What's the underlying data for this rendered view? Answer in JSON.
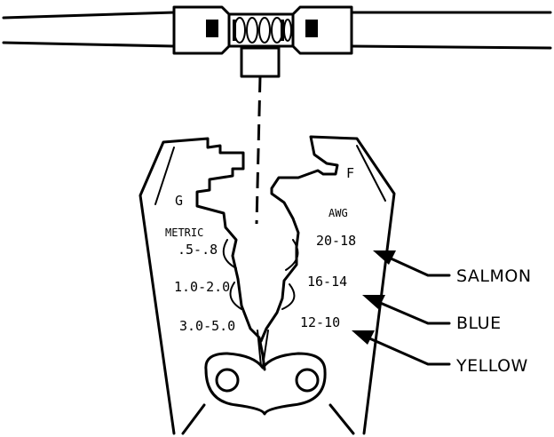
{
  "diagram": {
    "letters": {
      "left": "G",
      "right": "F"
    },
    "headers": {
      "left": "METRIC",
      "right": "AWG"
    },
    "metric_sizes": [
      ".5-.8",
      "1.0-2.0",
      "3.0-5.0"
    ],
    "awg_sizes": [
      "20-18",
      "16-14",
      "12-10"
    ],
    "callouts": [
      "SALMON",
      "BLUE",
      "YELLOW"
    ]
  }
}
